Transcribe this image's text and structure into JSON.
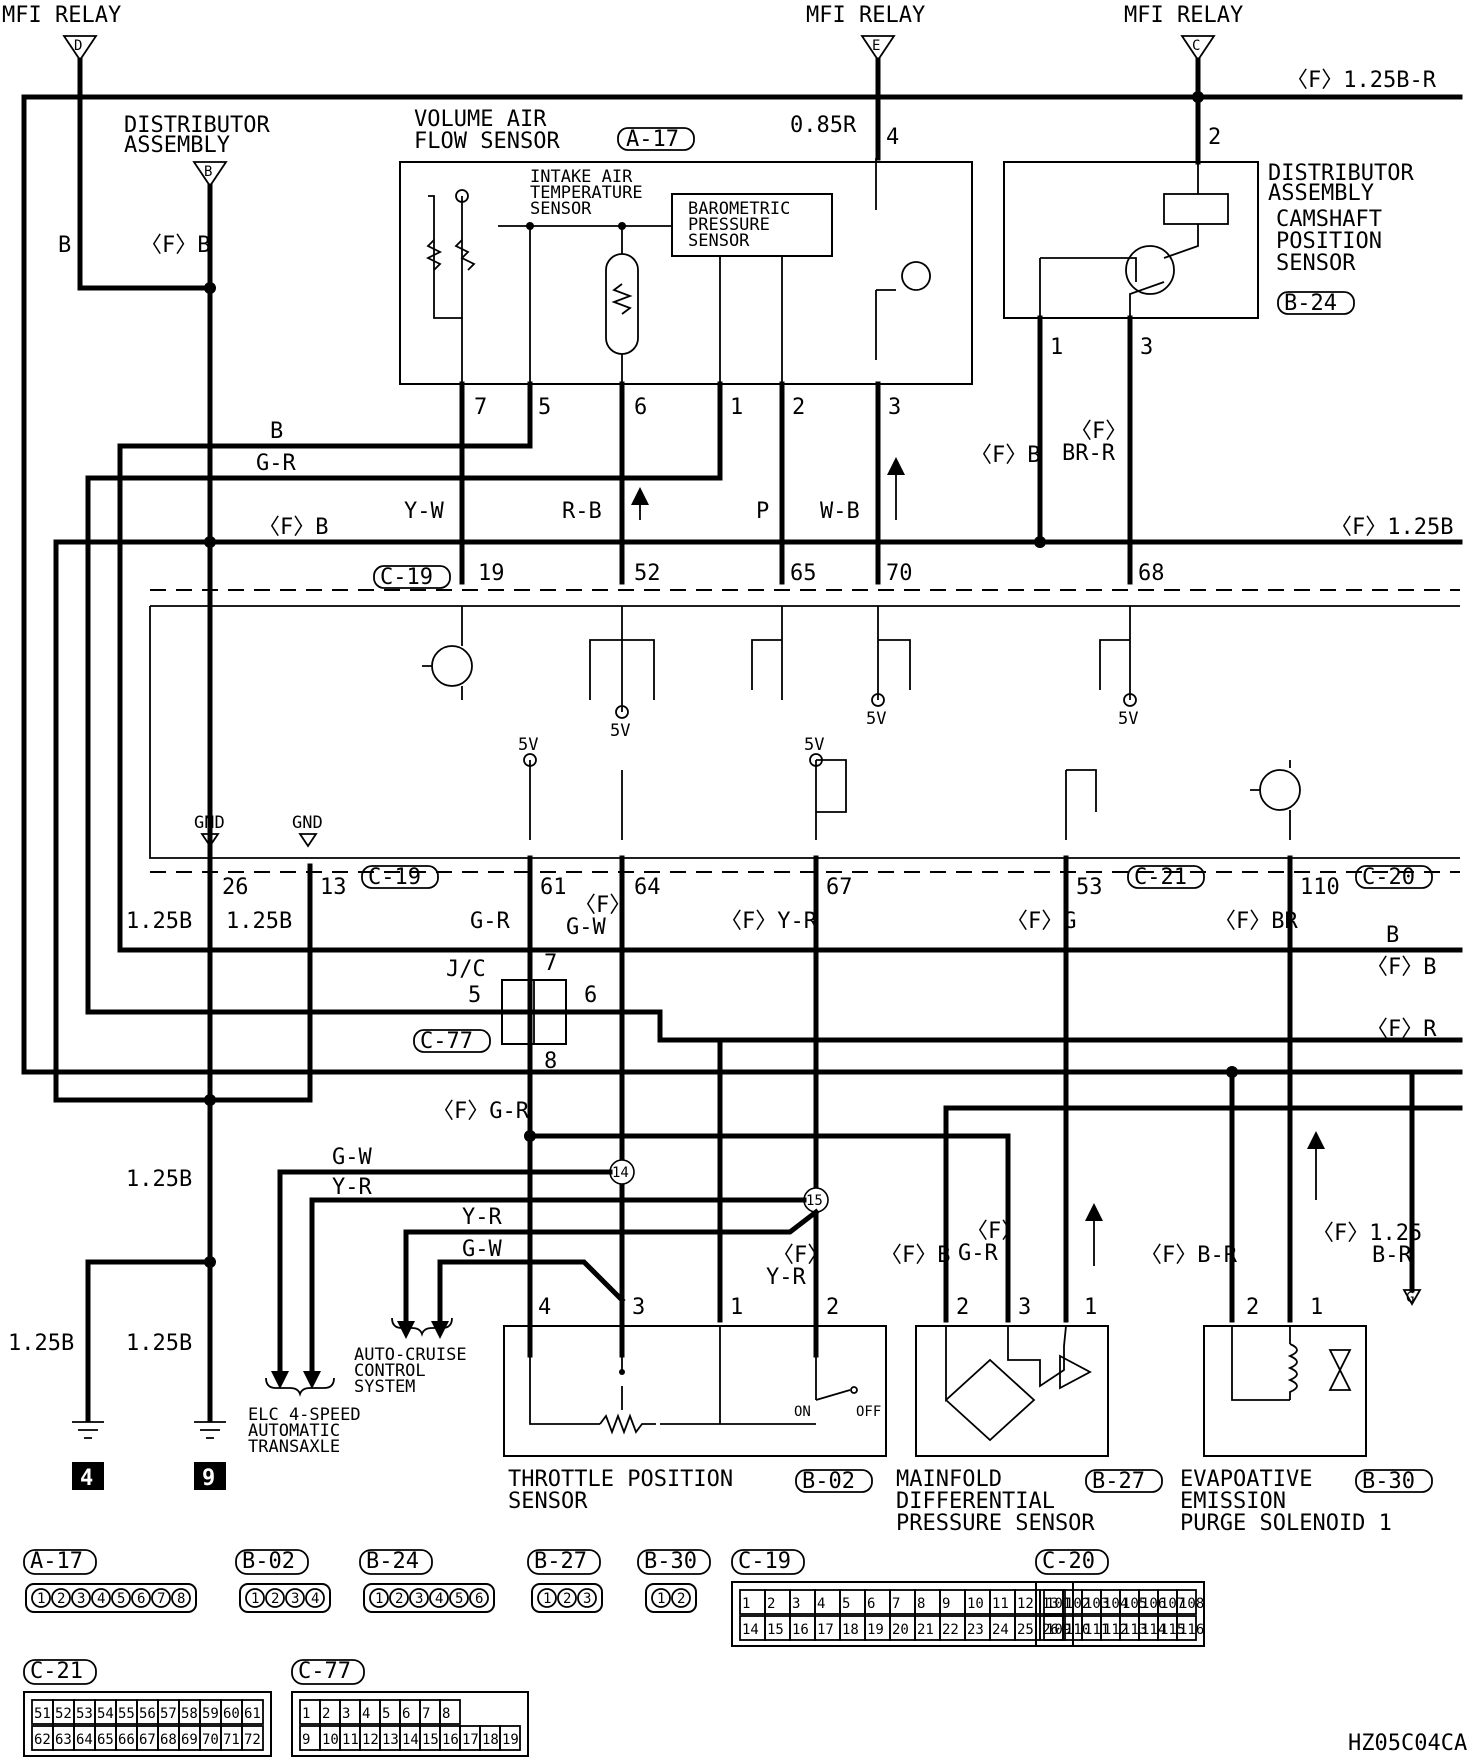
{
  "relays": {
    "d": {
      "title": "MFI RELAY",
      "letter": "D"
    },
    "e": {
      "title": "MFI RELAY",
      "letter": "E"
    },
    "c": {
      "title": "MFI RELAY",
      "letter": "C"
    }
  },
  "dist_top": {
    "line1": "DISTRIBUTOR",
    "line2": "ASSEMBLY",
    "letter": "B"
  },
  "vaf": {
    "line1": "VOLUME AIR",
    "line2": "FLOW SENSOR",
    "connector": "A-17",
    "iat1": "INTAKE AIR",
    "iat2": "TEMPERATURE",
    "iat3": "SENSOR",
    "baro1": "BAROMETRIC",
    "baro2": "PRESSURE",
    "baro3": "SENSOR",
    "pins": [
      "7",
      "5",
      "6",
      "1",
      "2",
      "3"
    ],
    "pin_top": "4",
    "wire_top": "0.85R"
  },
  "cam": {
    "line1": "DISTRIBUTOR",
    "line2": "ASSEMBLY",
    "line3": "CAMSHAFT",
    "line4": "POSITION",
    "line5": "SENSOR",
    "connector": "B-24",
    "pin_top": "2",
    "pins": [
      "1",
      "3"
    ]
  },
  "wires": {
    "top_right": "〈F〉1.25B-R",
    "b_left": "B",
    "fb_left": "〈F〉B",
    "b_mid": "B",
    "gr_mid": "G-R",
    "fb_mid": "〈F〉B",
    "yw": "Y-W",
    "rb": "R-B",
    "p": "P",
    "wb": "W-B",
    "fb_cam": "〈F〉B",
    "f_cam": "〈F〉",
    "brr_cam": "BR-R",
    "f125b": "〈F〉1.25B",
    "b125a": "1.25B",
    "b125b": "1.25B",
    "gr61": "G-R",
    "f64": "〈F〉",
    "gw64": "G-W",
    "fyr67": "〈F〉Y-R",
    "fg53": "〈F〉G",
    "fbr110": "〈F〉BR",
    "b_r": "B",
    "fb_r": "〈F〉B",
    "fr_r": "〈F〉R",
    "fgr": "〈F〉G-R",
    "gw1": "G-W",
    "yr1": "Y-R",
    "yr2": "Y-R",
    "gw2": "G-W",
    "b125c": "1.25B",
    "b125d": "1.25B",
    "b125e": "1.25B",
    "f_tps": "〈F〉",
    "yr_tps": "Y-R",
    "fb_map": "〈F〉B",
    "f_map": "〈F〉",
    "gr_map": "G-R",
    "fbr_evap": "〈F〉B-R",
    "f125_evap": "〈F〉1.25",
    "br_evap": "B-R"
  },
  "ecu": {
    "c19a": "C-19",
    "c19b": "C-19",
    "c21": "C-21",
    "c20": "C-20",
    "top_pins": [
      "19",
      "52",
      "65",
      "70",
      "68"
    ],
    "bot_pins": [
      "26",
      "13",
      "61",
      "64",
      "67",
      "53",
      "110"
    ],
    "gnd": "GND",
    "v5": "5V"
  },
  "jc": {
    "label": "J/C",
    "connector": "C-77",
    "pins": [
      "7",
      "5",
      "6",
      "8"
    ]
  },
  "splice": [
    "14",
    "15"
  ],
  "tps": {
    "line1": "THROTTLE POSITION",
    "line2": "SENSOR",
    "connector": "B-02",
    "pins": [
      "4",
      "3",
      "1",
      "2"
    ],
    "on": "ON",
    "off": "OFF"
  },
  "map": {
    "line1": "MAINFOLD",
    "line2": "DIFFERENTIAL",
    "line3": "PRESSURE SENSOR",
    "connector": "B-27",
    "pins": [
      "2",
      "3",
      "1"
    ]
  },
  "evap": {
    "line1": "EVAPOATIVE",
    "line2": "EMISSION",
    "line3": "PURGE SOLENOID 1",
    "connector": "B-30",
    "pins": [
      "2",
      "1"
    ]
  },
  "acc": {
    "line1": "AUTO-CRUISE",
    "line2": "CONTROL",
    "line3": "SYSTEM"
  },
  "elc": {
    "line1": "ELC 4-SPEED",
    "line2": "AUTOMATIC",
    "line3": "TRANSAXLE"
  },
  "grounds": [
    "4",
    "9"
  ],
  "g_letter": "G",
  "connectors_legend": {
    "a17": {
      "label": "A-17",
      "pins": [
        "1",
        "2",
        "3",
        "4",
        "5",
        "6",
        "7",
        "8"
      ]
    },
    "b02": {
      "label": "B-02",
      "pins": [
        "1",
        "2",
        "3",
        "4"
      ]
    },
    "b24": {
      "label": "B-24",
      "pins": [
        "1",
        "2",
        "3",
        "4",
        "5",
        "6"
      ]
    },
    "b27": {
      "label": "B-27",
      "pins": [
        "1",
        "2",
        "3"
      ]
    },
    "b30": {
      "label": "B-30",
      "pins": [
        "1",
        "2"
      ]
    },
    "c19": {
      "label": "C-19",
      "row1": [
        "1",
        "2",
        "3",
        "4",
        "5",
        "6",
        "7",
        "8",
        "9",
        "10",
        "11",
        "12",
        "13"
      ],
      "row2": [
        "14",
        "15",
        "16",
        "17",
        "18",
        "19",
        "20",
        "21",
        "22",
        "23",
        "24",
        "25",
        "26"
      ]
    },
    "c20": {
      "label": "C-20",
      "row1": [
        "101",
        "102",
        "103",
        "104",
        "105",
        "106",
        "107",
        "108"
      ],
      "row2": [
        "109",
        "110",
        "111",
        "112",
        "113",
        "114",
        "115",
        "116"
      ]
    },
    "c21": {
      "label": "C-21",
      "row1": [
        "51",
        "52",
        "53",
        "54",
        "55",
        "56",
        "57",
        "58",
        "59",
        "60",
        "61"
      ],
      "row2": [
        "62",
        "63",
        "64",
        "65",
        "66",
        "67",
        "68",
        "69",
        "70",
        "71",
        "72"
      ]
    },
    "c77": {
      "label": "C-77",
      "row1": [
        "1",
        "2",
        "3",
        "4",
        "5",
        "6",
        "7",
        "8"
      ],
      "row2": [
        "9",
        "10",
        "11",
        "12",
        "13",
        "14",
        "15",
        "16",
        "17",
        "18",
        "19"
      ]
    }
  },
  "code": "HZ05C04CA"
}
